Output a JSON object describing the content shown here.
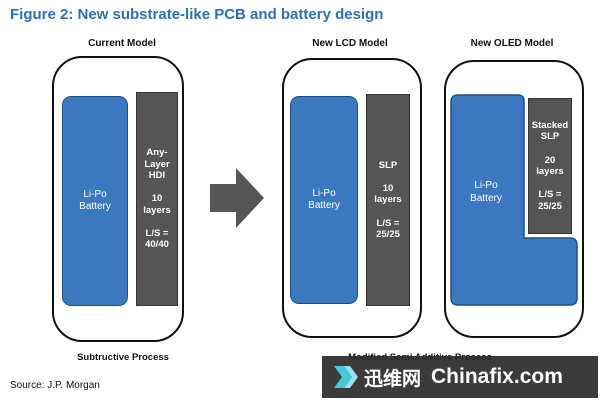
{
  "title": "Figure 2: New substrate-like PCB and battery design",
  "models": [
    {
      "name": "Current Model",
      "battery": "Li-Po\nBattery",
      "board": [
        "Any-\nLayer\nHDI",
        "10\nlayers",
        "L/S =\n40/40"
      ]
    },
    {
      "name": "New LCD Model",
      "battery": "Li-Po\nBattery",
      "board": [
        "SLP",
        "10\nlayers",
        "L/S =\n25/25"
      ]
    },
    {
      "name": "New OLED Model",
      "battery": "Li-Po\nBattery",
      "board": [
        "Stacked\nSLP",
        "20\nlayers",
        "L/S =\n25/25"
      ]
    }
  ],
  "process": {
    "left": "Subtructive Process",
    "right": "Modified Semi Additive Process"
  },
  "source": "Source: J.P. Morgan",
  "watermark": {
    "cn": "迅维网",
    "en": "Chinafix.com",
    "icon": "chevron-logo-icon"
  },
  "colors": {
    "title": "#2f6fb3",
    "battery": "#3c78bf",
    "board": "#555555",
    "arrow": "#555555"
  }
}
